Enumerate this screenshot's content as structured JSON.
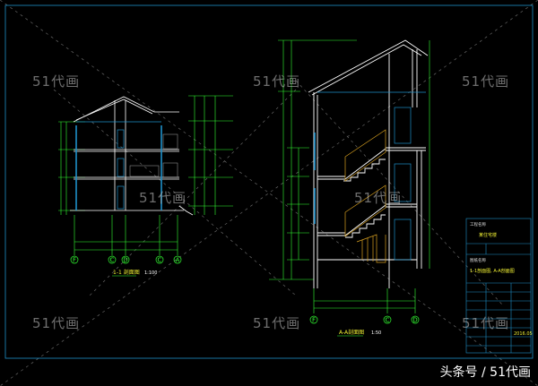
{
  "watermark": "51代画",
  "caption": "头条号 / 51代画",
  "drawings": [
    {
      "title": "1-1 剖面图",
      "scale": "1:100",
      "axes": [
        "F",
        "C",
        "D",
        "C",
        "A"
      ]
    },
    {
      "title": "A-A剖面图",
      "scale": "1:50",
      "axes": [
        "F",
        "C",
        "D"
      ]
    }
  ],
  "title_block": {
    "project_label": "工程名称",
    "project_value": "某住宅楼",
    "sheet_label": "图纸名称",
    "sheet_value": "1-1剖面图, A-A剖面图",
    "date": "2016.05"
  },
  "colors": {
    "background": "#000000",
    "dimension": "#33ff33",
    "wall": "#ffffff",
    "window": "#1e90c8",
    "stair": "#d8a020",
    "text": "#eeee33"
  }
}
